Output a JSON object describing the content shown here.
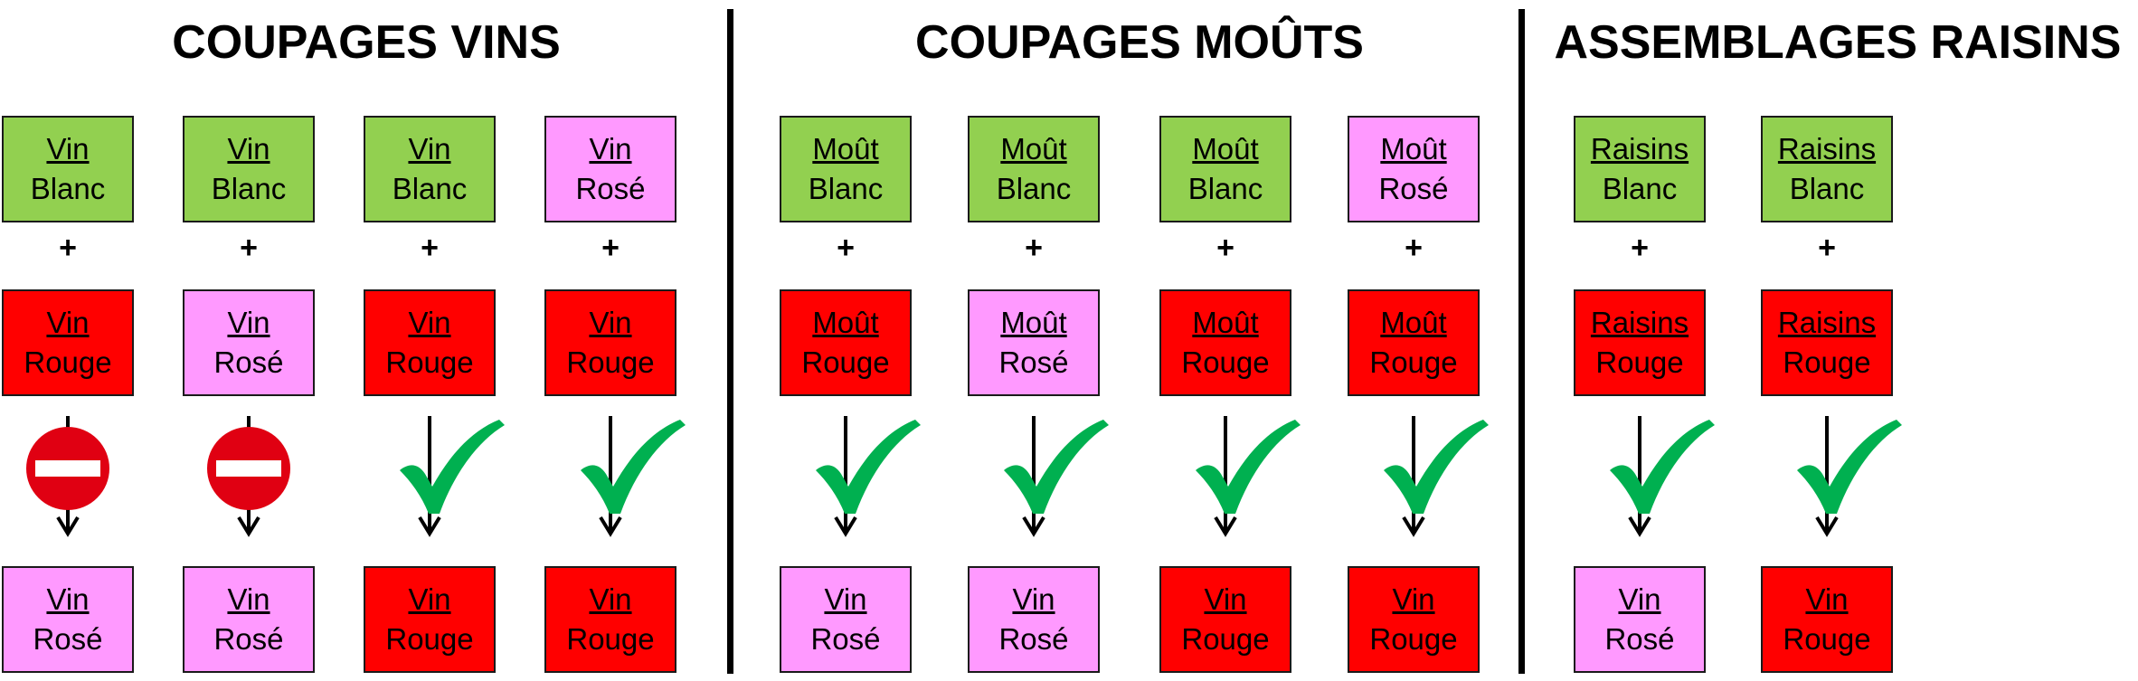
{
  "colors": {
    "blanc": "#92d050",
    "rouge": "#ff0000",
    "rose": "#ff99ff",
    "check": "#00b050",
    "forbidden": "#e00012"
  },
  "sections": [
    {
      "title": "COUPAGES VINS",
      "columns": [
        {
          "top": {
            "word": "Vin",
            "kind": "Blanc",
            "color": "blanc"
          },
          "plus": "+",
          "middle": {
            "word": "Vin",
            "kind": "Rouge",
            "color": "rouge"
          },
          "verdict": "forbidden",
          "verdict_icon": "no-entry-icon",
          "result": {
            "word": "Vin",
            "kind": "Rosé",
            "color": "rose"
          }
        },
        {
          "top": {
            "word": "Vin",
            "kind": "Blanc",
            "color": "blanc"
          },
          "plus": "+",
          "middle": {
            "word": "Vin",
            "kind": "Rosé",
            "color": "rose"
          },
          "verdict": "forbidden",
          "verdict_icon": "no-entry-icon",
          "result": {
            "word": "Vin",
            "kind": "Rosé",
            "color": "rose"
          }
        },
        {
          "top": {
            "word": "Vin",
            "kind": "Blanc",
            "color": "blanc"
          },
          "plus": "+",
          "middle": {
            "word": "Vin",
            "kind": "Rouge",
            "color": "rouge"
          },
          "verdict": "allowed",
          "verdict_icon": "checkmark-icon",
          "result": {
            "word": "Vin",
            "kind": "Rouge",
            "color": "rouge"
          }
        },
        {
          "top": {
            "word": "Vin",
            "kind": "Rosé",
            "color": "rose"
          },
          "plus": "+",
          "middle": {
            "word": "Vin",
            "kind": "Rouge",
            "color": "rouge"
          },
          "verdict": "allowed",
          "verdict_icon": "checkmark-icon",
          "result": {
            "word": "Vin",
            "kind": "Rouge",
            "color": "rouge"
          }
        }
      ]
    },
    {
      "title": "COUPAGES MOÛTS",
      "columns": [
        {
          "top": {
            "word": "Moût",
            "kind": "Blanc",
            "color": "blanc"
          },
          "plus": "+",
          "middle": {
            "word": "Moût",
            "kind": "Rouge",
            "color": "rouge"
          },
          "verdict": "allowed",
          "verdict_icon": "checkmark-icon",
          "result": {
            "word": "Vin",
            "kind": "Rosé",
            "color": "rose"
          }
        },
        {
          "top": {
            "word": "Moût",
            "kind": "Blanc",
            "color": "blanc"
          },
          "plus": "+",
          "middle": {
            "word": "Moût",
            "kind": "Rosé",
            "color": "rose"
          },
          "verdict": "allowed",
          "verdict_icon": "checkmark-icon",
          "result": {
            "word": "Vin",
            "kind": "Rosé",
            "color": "rose"
          }
        },
        {
          "top": {
            "word": "Moût",
            "kind": "Blanc",
            "color": "blanc"
          },
          "plus": "+",
          "middle": {
            "word": "Moût",
            "kind": "Rouge",
            "color": "rouge"
          },
          "verdict": "allowed",
          "verdict_icon": "checkmark-icon",
          "result": {
            "word": "Vin",
            "kind": "Rouge",
            "color": "rouge"
          }
        },
        {
          "top": {
            "word": "Moût",
            "kind": "Rosé",
            "color": "rose"
          },
          "plus": "+",
          "middle": {
            "word": "Moût",
            "kind": "Rouge",
            "color": "rouge"
          },
          "verdict": "allowed",
          "verdict_icon": "checkmark-icon",
          "result": {
            "word": "Vin",
            "kind": "Rouge",
            "color": "rouge"
          }
        }
      ]
    },
    {
      "title": "ASSEMBLAGES RAISINS",
      "columns": [
        {
          "top": {
            "word": "Raisins",
            "kind": "Blanc",
            "color": "blanc"
          },
          "plus": "+",
          "middle": {
            "word": "Raisins",
            "kind": "Rouge",
            "color": "rouge"
          },
          "verdict": "allowed",
          "verdict_icon": "checkmark-icon",
          "result": {
            "word": "Vin",
            "kind": "Rosé",
            "color": "rose"
          }
        },
        {
          "top": {
            "word": "Raisins",
            "kind": "Blanc",
            "color": "blanc"
          },
          "plus": "+",
          "middle": {
            "word": "Raisins",
            "kind": "Rouge",
            "color": "rouge"
          },
          "verdict": "allowed",
          "verdict_icon": "checkmark-icon",
          "result": {
            "word": "Vin",
            "kind": "Rouge",
            "color": "rouge"
          }
        }
      ]
    }
  ]
}
